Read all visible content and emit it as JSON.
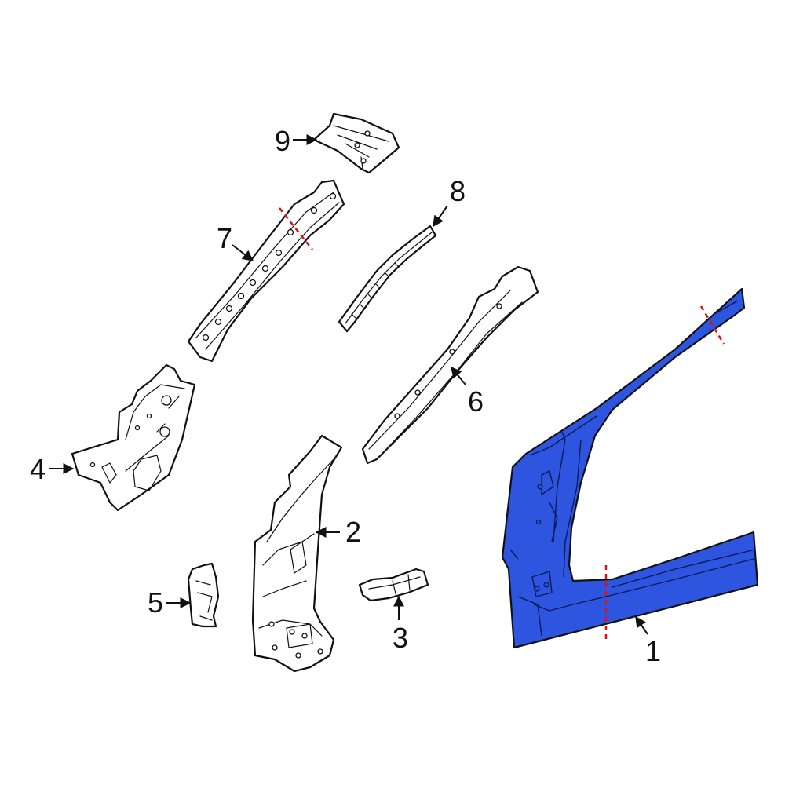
{
  "colors": {
    "highlight_fill": "#2e55e0",
    "outline": "#111111",
    "cut_line": "#e01010",
    "background": "#ffffff"
  },
  "callouts": [
    {
      "id": "1",
      "label": "1"
    },
    {
      "id": "2",
      "label": "2"
    },
    {
      "id": "3",
      "label": "3"
    },
    {
      "id": "4",
      "label": "4"
    },
    {
      "id": "5",
      "label": "5"
    },
    {
      "id": "6",
      "label": "6"
    },
    {
      "id": "7",
      "label": "7"
    },
    {
      "id": "8",
      "label": "8"
    },
    {
      "id": "9",
      "label": "9"
    }
  ]
}
